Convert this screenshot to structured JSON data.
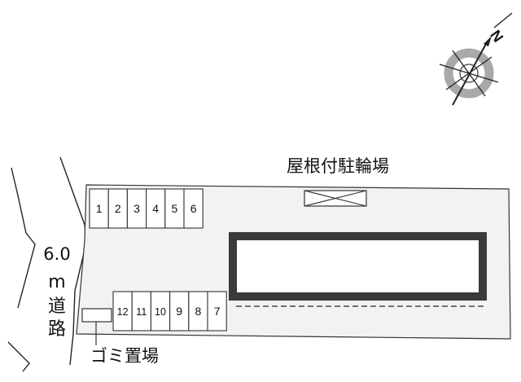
{
  "labels": {
    "bicycle_parking": "屋根付駐輪場",
    "road_width": "6.0",
    "road_unit": "m",
    "road_char1": "道",
    "road_char2": "路",
    "garbage": "ゴミ置場"
  },
  "compass": {
    "north_letter": "N"
  },
  "parking_top": [
    "1",
    "2",
    "3",
    "4",
    "5",
    "6"
  ],
  "parking_bottom": [
    "12",
    "11",
    "10",
    "9",
    "8",
    "7"
  ],
  "colors": {
    "lot_fill": "#f1f2f4",
    "building_border": "#3a3a3a",
    "compass_ring": "#a9a9a9"
  }
}
